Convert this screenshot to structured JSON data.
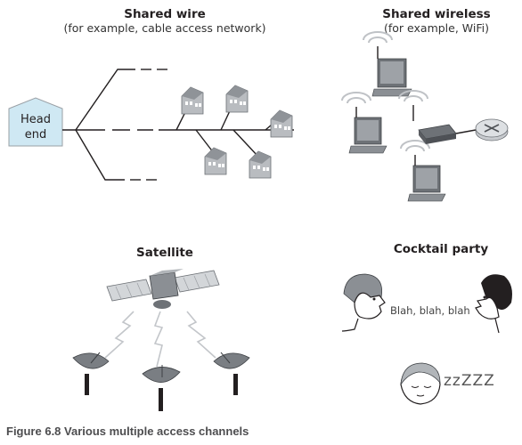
{
  "panels": {
    "wire": {
      "title": "Shared wire",
      "subtitle": "(for example, cable access network)",
      "head_label_1": "Head",
      "head_label_2": "end"
    },
    "wireless": {
      "title": "Shared wireless",
      "subtitle": "(for example, WiFi)"
    },
    "satellite": {
      "title": "Satellite"
    },
    "cocktail": {
      "title": "Cocktail party",
      "speech": "Blah, blah, blah",
      "snore": "zzZZZ"
    }
  },
  "caption": "Figure 6.8 Various multiple access channels",
  "colors": {
    "head_end_fill": "#cfe8f3",
    "house_fill": "#b9bcc0",
    "device_fill": "#6e7277",
    "dish_fill": "#7a7e83",
    "signal": "#bfc2c6"
  },
  "icons": [
    "head-end-box-icon",
    "house-icon",
    "laptop-icon",
    "access-point-icon",
    "router-icon",
    "satellite-icon",
    "satellite-dish-icon",
    "person-icon",
    "sleeping-person-icon"
  ]
}
